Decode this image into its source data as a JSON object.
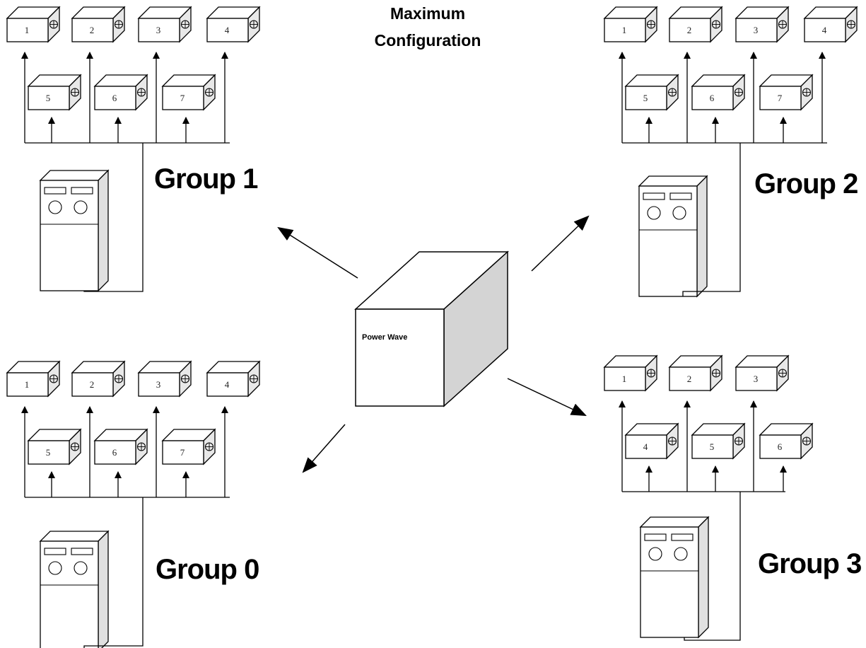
{
  "title": {
    "line1": "Maximum",
    "line2": "Configuration"
  },
  "center": {
    "label": "Power Wave"
  },
  "groups": [
    {
      "id": "g1",
      "label": "Group 1",
      "top_feeders": [
        "1",
        "2",
        "3",
        "4"
      ],
      "bottom_feeders": [
        "5",
        "6",
        "7"
      ]
    },
    {
      "id": "g2",
      "label": "Group 2",
      "top_feeders": [
        "1",
        "2",
        "3",
        "4"
      ],
      "bottom_feeders": [
        "5",
        "6",
        "7"
      ]
    },
    {
      "id": "g0",
      "label": "Group 0",
      "top_feeders": [
        "1",
        "2",
        "3",
        "4"
      ],
      "bottom_feeders": [
        "5",
        "6",
        "7"
      ]
    },
    {
      "id": "g3",
      "label": "Group 3",
      "top_feeders": [
        "1",
        "2",
        "3"
      ],
      "bottom_feeders": [
        "4",
        "5",
        "6"
      ]
    }
  ]
}
